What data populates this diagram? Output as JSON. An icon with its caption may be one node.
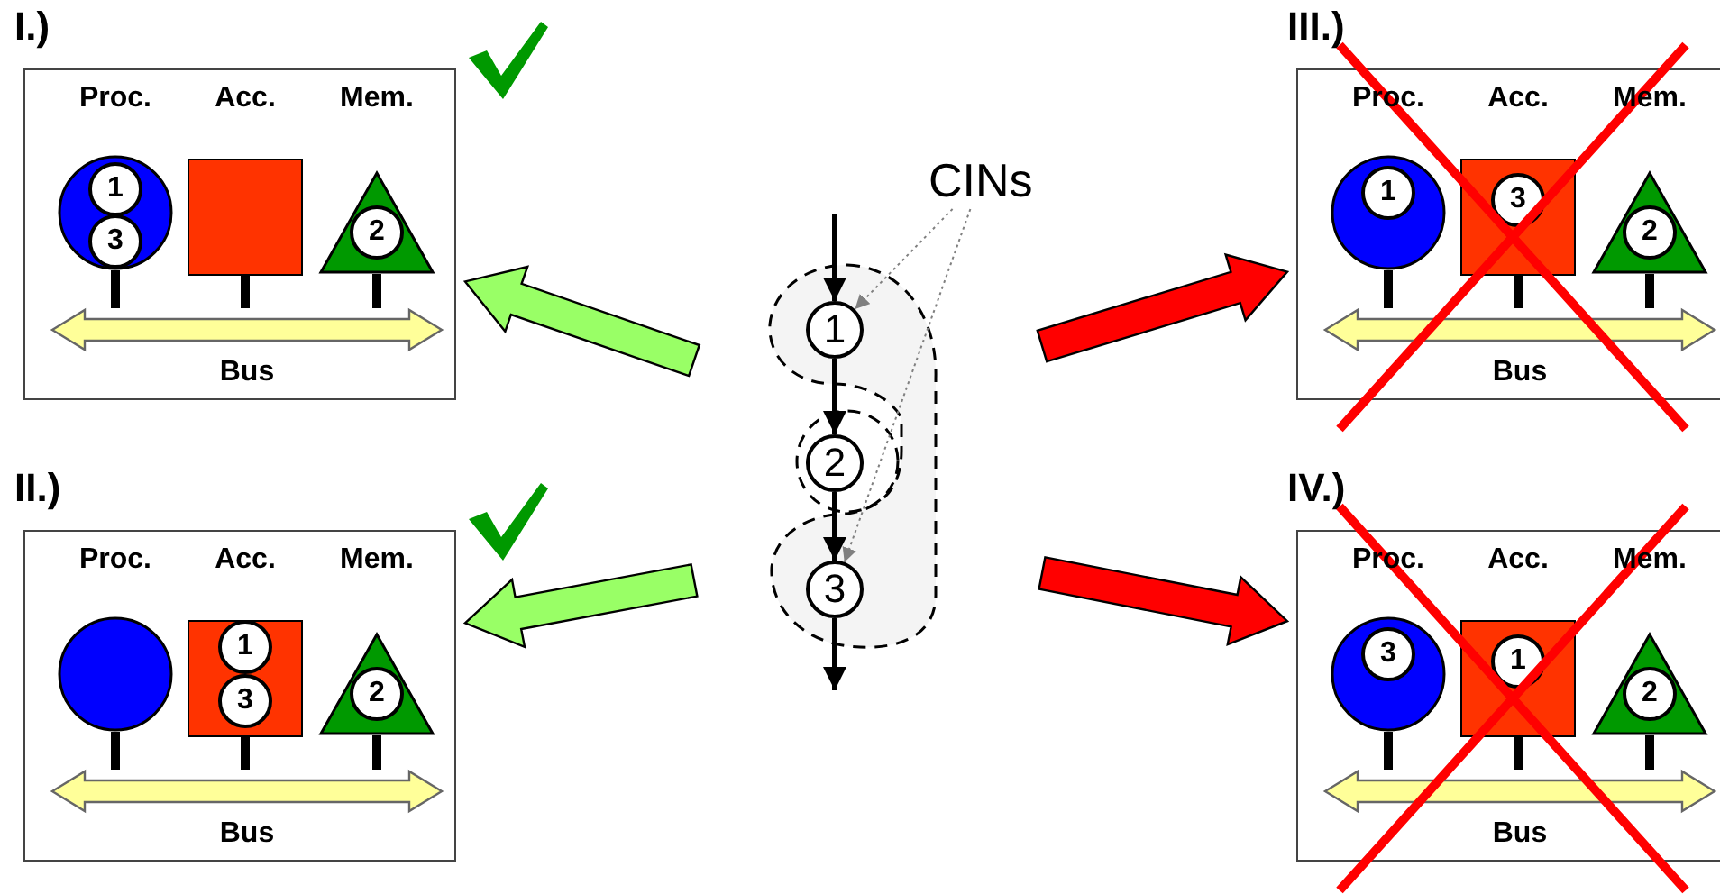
{
  "diagram": {
    "nodes": [
      {
        "text": [
          "I.)"
        ]
      },
      {
        "text": [
          "Proc."
        ],
        "in": 0
      },
      {
        "text": [
          "1"
        ],
        "in": 1
      },
      {
        "text": [
          "3"
        ],
        "in": 1
      },
      {
        "text": [
          "Acc."
        ],
        "in": 0
      },
      {
        "text": [
          "Mem."
        ],
        "in": 0
      },
      {
        "text": [
          "2"
        ],
        "in": 5
      },
      {
        "text": [
          "Bus"
        ],
        "in": 0
      },
      {
        "text": [
          "II.)"
        ]
      },
      {
        "text": [
          "Proc."
        ],
        "in": 8
      },
      {
        "text": [
          "Acc."
        ],
        "in": 8
      },
      {
        "text": [
          "1"
        ],
        "in": 10
      },
      {
        "text": [
          "3"
        ],
        "in": 10
      },
      {
        "text": [
          "Mem."
        ],
        "in": 8
      },
      {
        "text": [
          "2"
        ],
        "in": 13
      },
      {
        "text": [
          "Bus"
        ],
        "in": 8
      },
      {
        "text": [
          "CINs"
        ]
      },
      {
        "text": [],
        "shape": "blob"
      },
      {
        "text": [
          "1"
        ],
        "in": 17
      },
      {
        "text": [],
        "shape": "circle"
      },
      {
        "text": [
          "2"
        ],
        "in": 19
      },
      {
        "text": [
          "3"
        ],
        "in": 17
      },
      {
        "text": [
          "III.)"
        ]
      },
      {
        "text": [
          "Proc."
        ],
        "in": 22
      },
      {
        "text": [
          "1"
        ],
        "in": 23
      },
      {
        "text": [
          "Acc."
        ],
        "in": 22
      },
      {
        "text": [
          "3"
        ],
        "in": 25
      },
      {
        "text": [
          "Mem."
        ],
        "in": 22
      },
      {
        "text": [
          "2"
        ],
        "in": 27
      },
      {
        "text": [
          "Bus"
        ],
        "in": 22
      },
      {
        "text": [
          "IV.)"
        ]
      },
      {
        "text": [
          "Proc."
        ],
        "in": 30
      },
      {
        "text": [
          "3"
        ],
        "in": 31
      },
      {
        "text": [
          "Acc."
        ],
        "in": 30
      },
      {
        "text": [
          "1"
        ],
        "in": 33
      },
      {
        "text": [
          "Mem."
        ],
        "in": 30
      },
      {
        "text": [
          "2"
        ],
        "in": 35
      },
      {
        "text": [
          "Bus"
        ],
        "in": 30
      }
    ],
    "edges": [
      {
        "from": 1,
        "to": 7,
        "arrow": "none"
      },
      {
        "from": 4,
        "to": 7,
        "arrow": "none"
      },
      {
        "from": 5,
        "to": 7,
        "arrow": "none"
      },
      {
        "from": 9,
        "to": 15,
        "arrow": "none"
      },
      {
        "from": 10,
        "to": 15,
        "arrow": "none"
      },
      {
        "from": 13,
        "to": 15,
        "arrow": "none"
      },
      {
        "from": null,
        "to": 18,
        "arrow": "to"
      },
      {
        "from": 18,
        "to": 20,
        "arrow": "to"
      },
      {
        "from": 20,
        "to": 21,
        "arrow": "to"
      },
      {
        "from": 21,
        "to": null,
        "arrow": "to"
      },
      {
        "from": 16,
        "to": 18,
        "arrow": "to",
        "style": "dashed",
        "color": "#808080"
      },
      {
        "from": 16,
        "to": 21,
        "arrow": "to",
        "style": "dashed",
        "color": "#808080"
      },
      {
        "from": 23,
        "to": 29,
        "arrow": "none"
      },
      {
        "from": 25,
        "to": 29,
        "arrow": "none"
      },
      {
        "from": 27,
        "to": 29,
        "arrow": "none"
      },
      {
        "from": 31,
        "to": 37,
        "arrow": "none"
      },
      {
        "from": 33,
        "to": 37,
        "arrow": "none"
      },
      {
        "from": 35,
        "to": 37,
        "arrow": "none"
      },
      {
        "from": null,
        "to": 0,
        "arrow": "to",
        "style": "thick",
        "color": "#99ff66"
      },
      {
        "from": null,
        "to": 8,
        "arrow": "to",
        "style": "thick",
        "color": "#99ff66"
      },
      {
        "from": null,
        "to": 22,
        "arrow": "to",
        "style": "thick",
        "color": "#ff0000"
      },
      {
        "from": null,
        "to": 30,
        "arrow": "to",
        "style": "thick",
        "color": "#ff0000"
      }
    ]
  }
}
